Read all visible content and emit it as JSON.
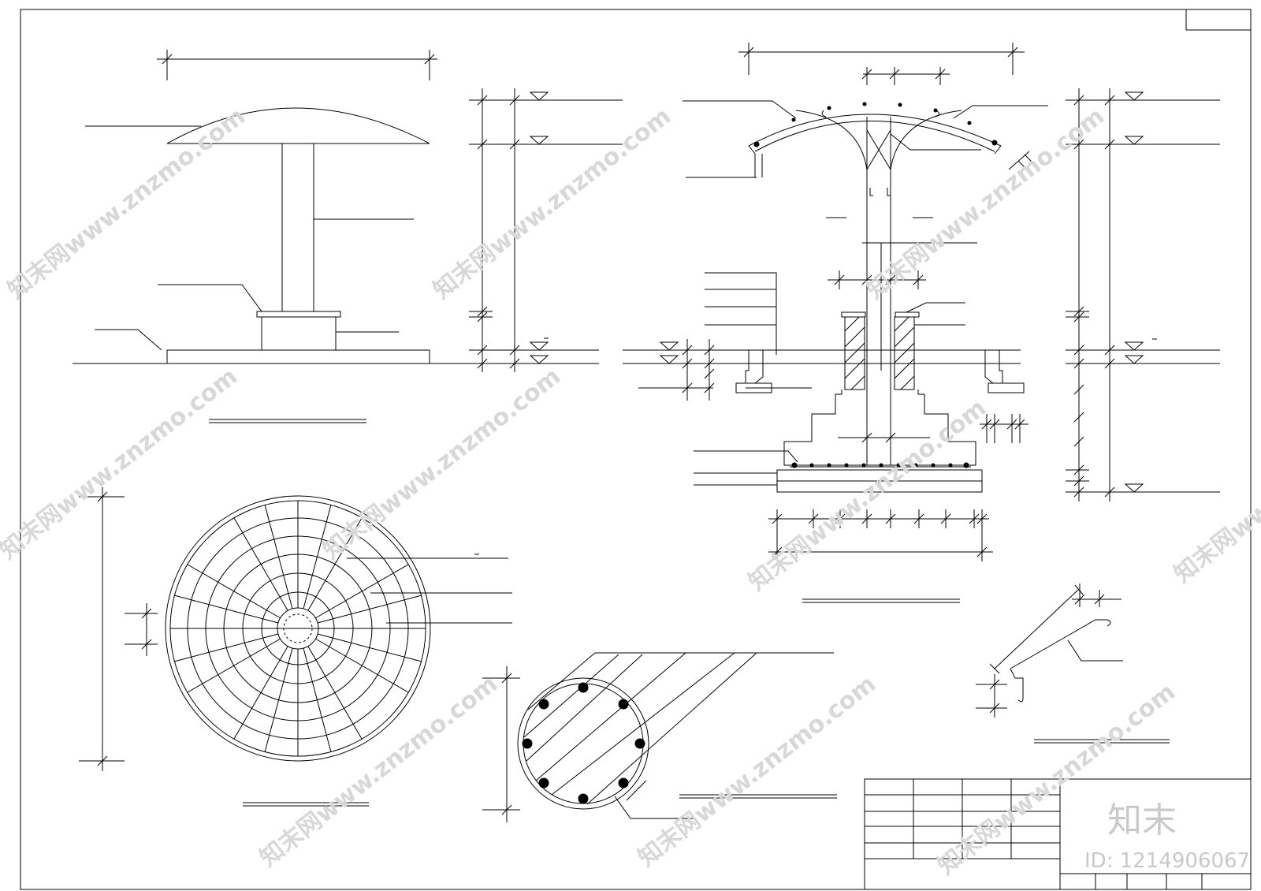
{
  "watermark": {
    "site_text": "知末网www.znzmo.com",
    "brand_logo": "知末",
    "id_label": "ID: 1214906067"
  },
  "title_block": {
    "rows": 7,
    "cols": 4
  }
}
